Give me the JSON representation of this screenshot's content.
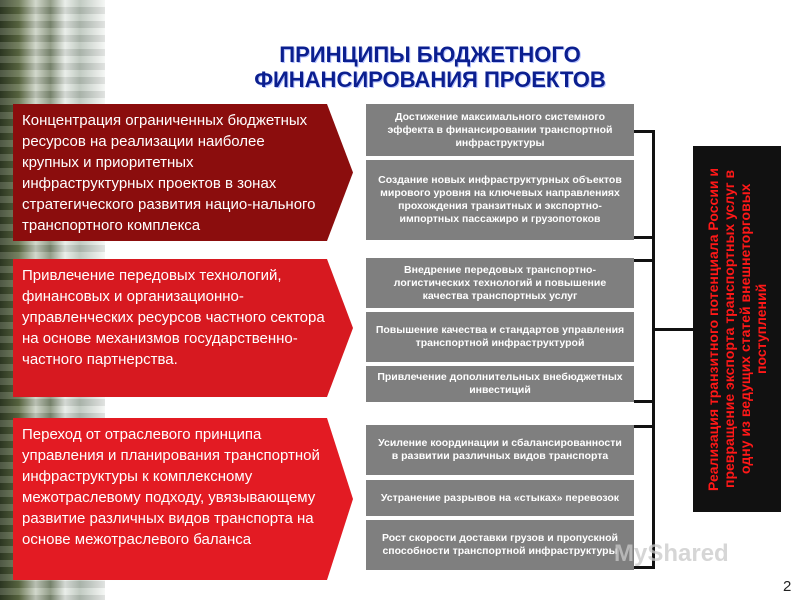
{
  "title": "ПРИНЦИПЫ БЮДЖЕТНОГО\nФИНАНСИРОВАНИЯ ПРОЕКТОВ",
  "principles": [
    "Концентрация ограниченных бюджетных ресурсов на реализации наиболее крупных и приоритетных инфраструктурных проектов в зонах стратегического развития нацио-нального транспортного комплекса",
    "Привлечение передовых технологий, финансовых и организационно-управленческих ресурсов частного сектора на основе механизмов государственно-частного партнерства.",
    "Переход от отраслевого принципа управления и планирования транспортной инфраструктуры к комплексному межотраслевому подходу, увязывающему развитие различных видов транспорта на основе межотраслевого баланса"
  ],
  "outcomes": [
    "Достижение максимального системного эффекта в финансировании транспортной инфраструктуры",
    "Создание новых инфраструктурных объектов мирового уровня на ключевых направлениях прохождения транзитных и экспортно-импортных пассажиро и грузопотоков",
    "Внедрение передовых транспортно-логистических технологий и повышение качества транспортных услуг",
    "Повышение качества и стандартов управления транспортной инфраструктурой",
    "Привлечение дополнительных внебюджетных инвестиций",
    "Усиление координации и сбалансированности в развитии различных видов транспорта",
    "Устранение разрывов на «стыках» перевозок",
    "Рост скорости доставки грузов и пропускной способности транспортной инфраструктуры"
  ],
  "result": "Реализация транзитного потенциала России и превращение экспорта транспортных услуг в одну из ведущих статей внешнеторговых поступлений",
  "page_number": "2",
  "watermark": "MyShared",
  "colors": {
    "title": "#0b1f8f",
    "dark_red": "#8b0d0d",
    "red": "#e31b23",
    "gray": "#7f7f7f"
  }
}
